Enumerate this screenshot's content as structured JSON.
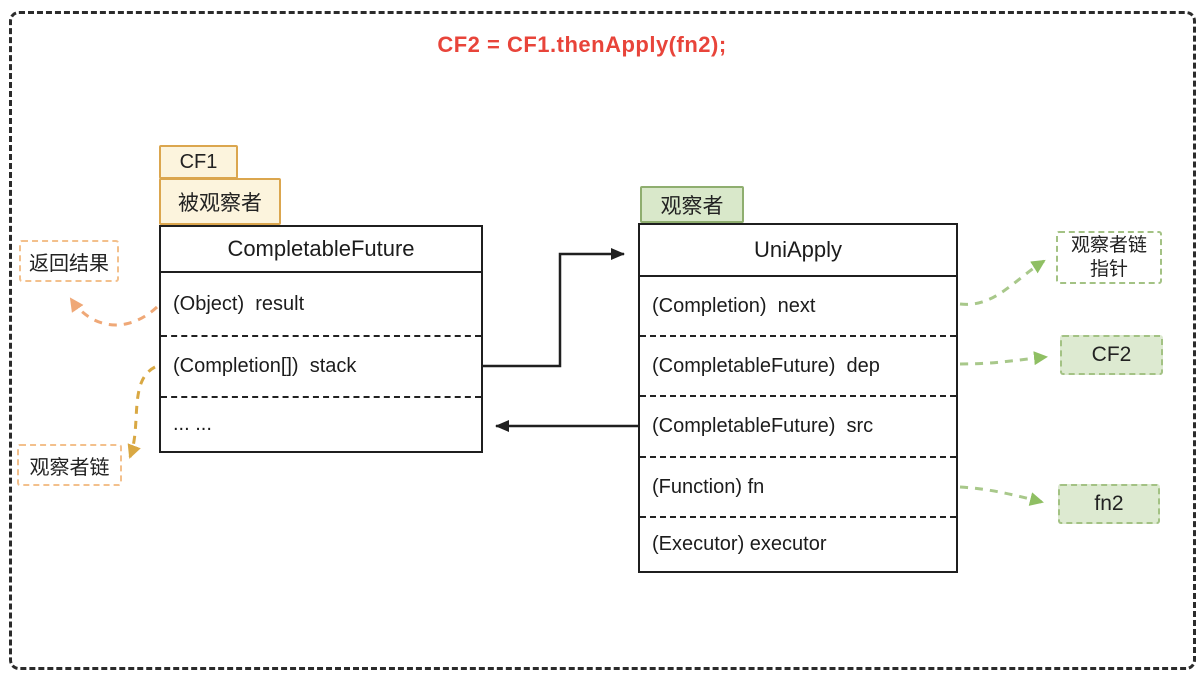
{
  "title": "CF2 = CF1.thenApply(fn2);",
  "cf1": {
    "tag_top": "CF1",
    "tag_role": "被观察者",
    "class_name": "CompletableFuture",
    "fields": [
      "(Object)  result",
      "(Completion[])  stack",
      "... ..."
    ]
  },
  "uniapply": {
    "tag_role": "观察者",
    "class_name": "UniApply",
    "fields": [
      "(Completion)  next",
      "(CompletableFuture)  dep",
      "(CompletableFuture)  src",
      "(Function) fn",
      "(Executor) executor"
    ]
  },
  "left_labels": {
    "return_result": "返回结果",
    "observer_chain": "观察者链"
  },
  "right_labels": {
    "observer_chain_pointer_line1": "观察者链",
    "observer_chain_pointer_line2": "指针",
    "cf2": "CF2",
    "fn2": "fn2"
  },
  "colors": {
    "title_red": "#e8443a",
    "orange_tag_border": "#dba64e",
    "orange_tag_bg": "#fcf4dd",
    "peach_label_border": "#f3c08c",
    "peach_arrow": "#efa877",
    "gold_arrow": "#d9a843",
    "green_tag_border": "#8fae6f",
    "green_tag_bg": "#d9e8ca",
    "green_label_border": "#a3c284",
    "green_label_bg": "#ddead1",
    "green_arrow": "#a8c88a",
    "line_black": "#1f1f1f"
  }
}
